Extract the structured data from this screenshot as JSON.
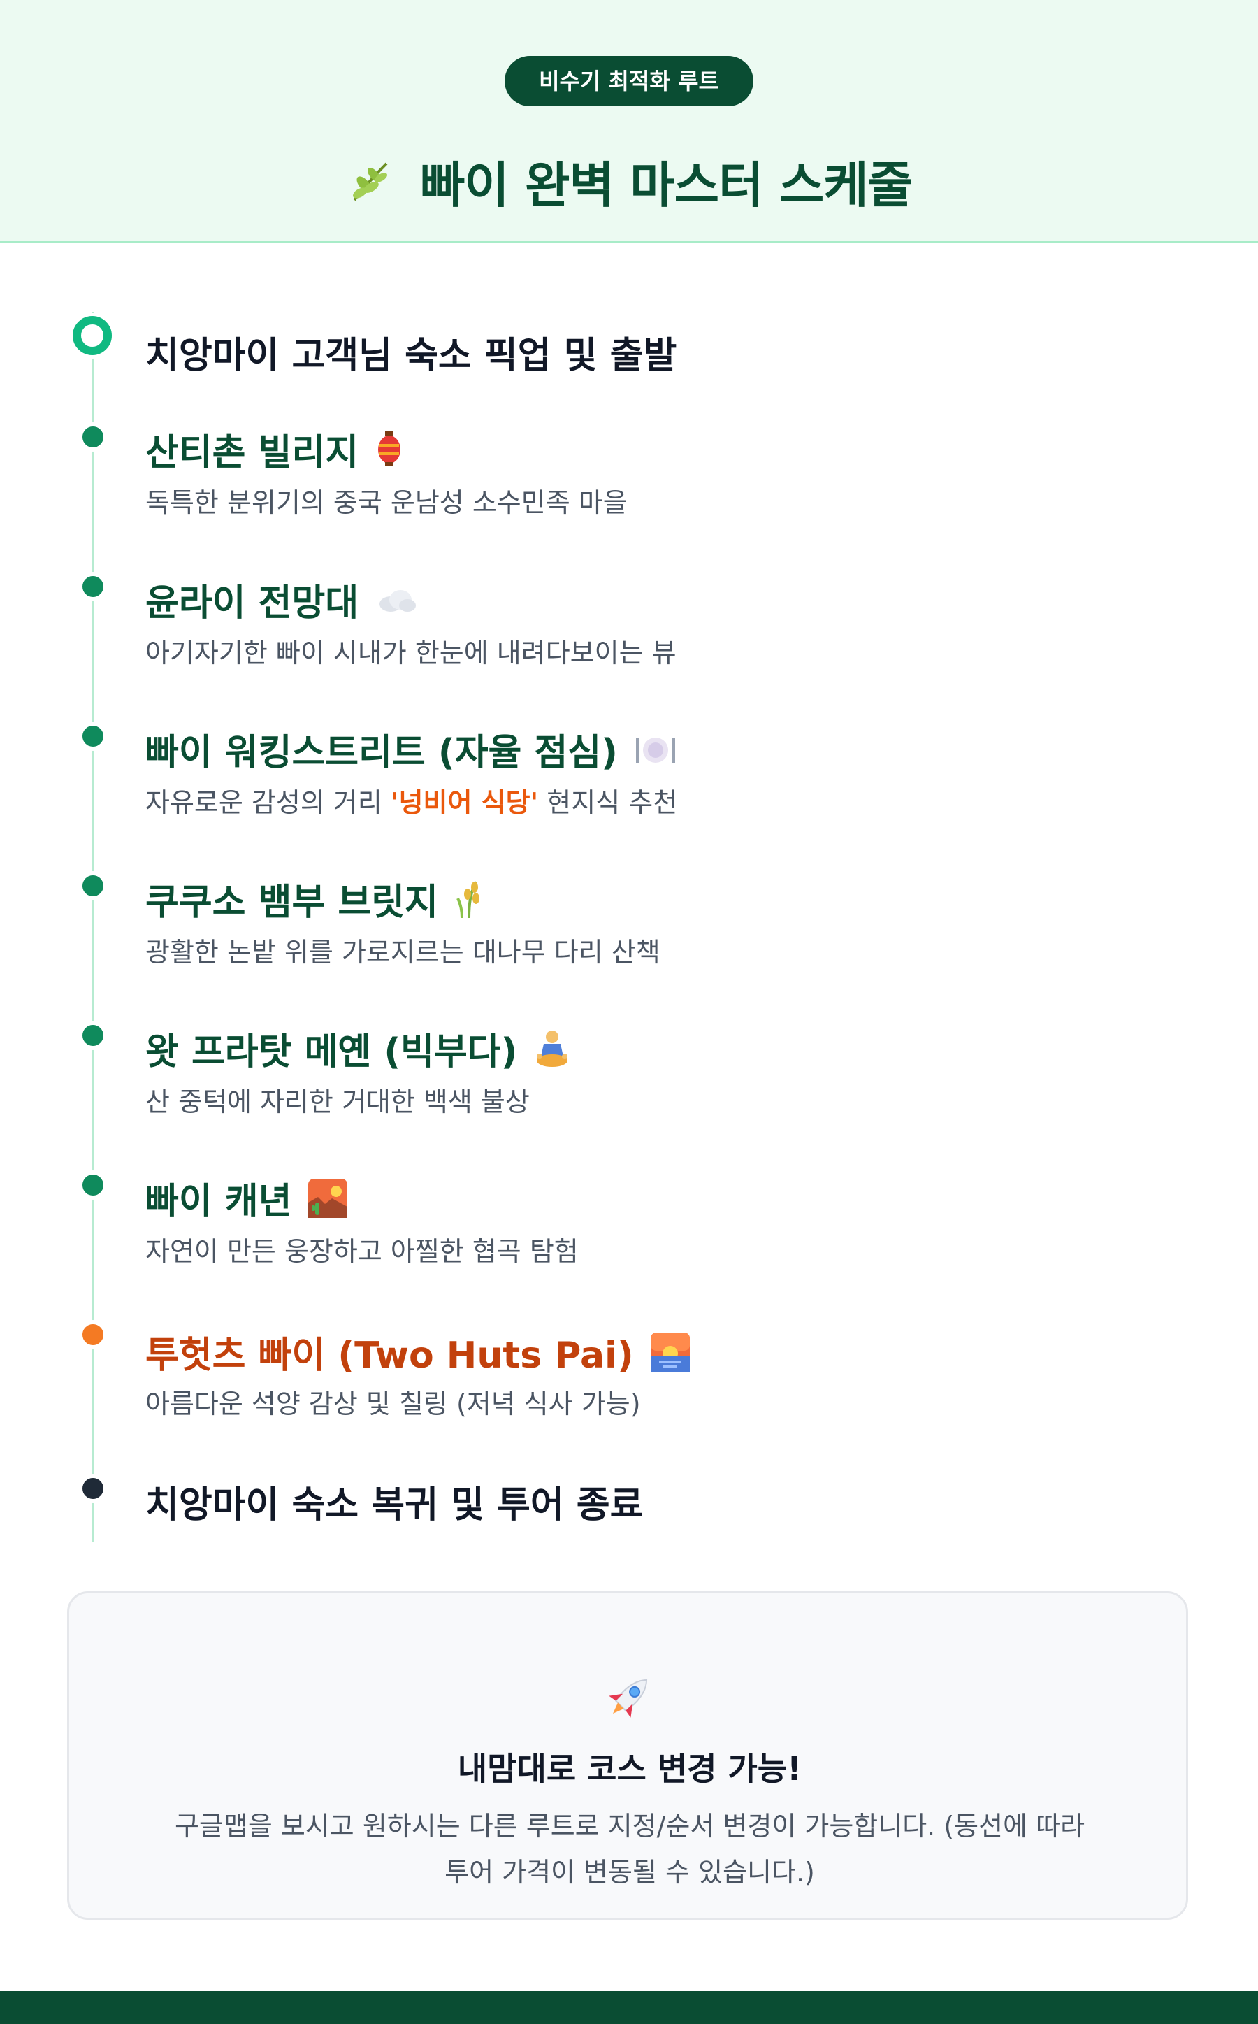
{
  "header": {
    "badge": "비수기 최적화 루트",
    "title": "빠이 완벽 마스터 스케줄",
    "title_icon": "leaf-icon"
  },
  "timeline": [
    {
      "title": "치앙마이 고객님 숙소 픽업 및 출발",
      "desc": "",
      "marker": "start-ring",
      "style": "black"
    },
    {
      "title": "산티촌 빌리지",
      "desc": "독특한 분위기의 중국 운남성 소수민족 마을",
      "icon": "lantern-icon",
      "marker": "green"
    },
    {
      "title": "윤라이 전망대",
      "desc": "아기자기한 빠이 시내가 한눈에 내려다보이는 뷰",
      "icon": "cloud-icon",
      "marker": "green"
    },
    {
      "title": "빠이 워킹스트리트 (자율 점심)",
      "desc_before": "자유로운 감성의 거리 ",
      "desc_highlight": "'넝비어 식당'",
      "desc_after": " 현지식 추천",
      "icon": "plate-icon",
      "marker": "green"
    },
    {
      "title": "쿠쿠소 뱀부 브릿지",
      "desc": "광활한 논밭 위를 가로지르는 대나무 다리 산책",
      "icon": "rice-icon",
      "marker": "green"
    },
    {
      "title": "왓 프라탓 메옌 (빅부다)",
      "desc": "산 중턱에 자리한 거대한 백색 불상",
      "icon": "meditation-icon",
      "marker": "green"
    },
    {
      "title": "빠이 캐년",
      "desc": "자연이 만든 웅장하고 아찔한 협곡 탐험",
      "icon": "canyon-icon",
      "marker": "green"
    },
    {
      "title": "투헛츠 빠이 (Two Huts Pai)",
      "desc": "아름다운 석양 감상 및 칠링 (저녁 식사 가능)",
      "icon": "sunset-icon",
      "marker": "orange",
      "style": "orange"
    },
    {
      "title": "치앙마이 숙소 복귀 및 투어 종료",
      "desc": "",
      "marker": "dark",
      "style": "black"
    }
  ],
  "notice": {
    "icon": "rocket-icon",
    "title": "내맘대로 코스 변경 가능!",
    "body_line1": "구글맵을 보시고 원하시는 다른 루트로 지정/순서 변경이 가능합니다. (동선에 따라",
    "body_line2": "투어 가격이 변동될 수 있습니다.)"
  },
  "colors": {
    "primary": "#0a4d33",
    "accent_green": "#10b981",
    "accent_orange": "#f47a23",
    "header_bg": "#ecfaf2"
  }
}
